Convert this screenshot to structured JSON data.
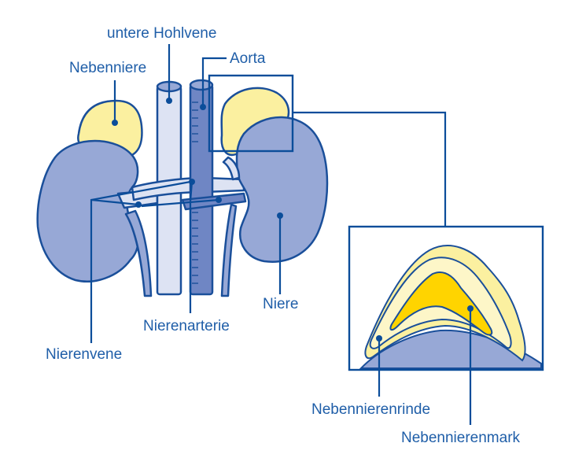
{
  "labels": {
    "inferior_vena_cava": "untere Hohlvene",
    "aorta": "Aorta",
    "adrenal_gland": "Nebenniere",
    "kidney": "Niere",
    "renal_artery": "Nierenarterie",
    "renal_vein": "Nierenvene",
    "adrenal_cortex": "Nebennierenrinde",
    "adrenal_medulla": "Nebennierenmark"
  },
  "colors": {
    "kidney_fill": "#97a8d6",
    "adrenal_fill": "#fbf0a0",
    "adrenal_cortex_fill": "#fdf6c8",
    "adrenal_medulla_fill": "#ffd400",
    "vena_fill": "#dde3f3",
    "aorta_fill": "#6f86c4",
    "outline": "#1a4f9a",
    "label_text": "#1f5ea8",
    "leader_line": "#0b4d9a"
  }
}
